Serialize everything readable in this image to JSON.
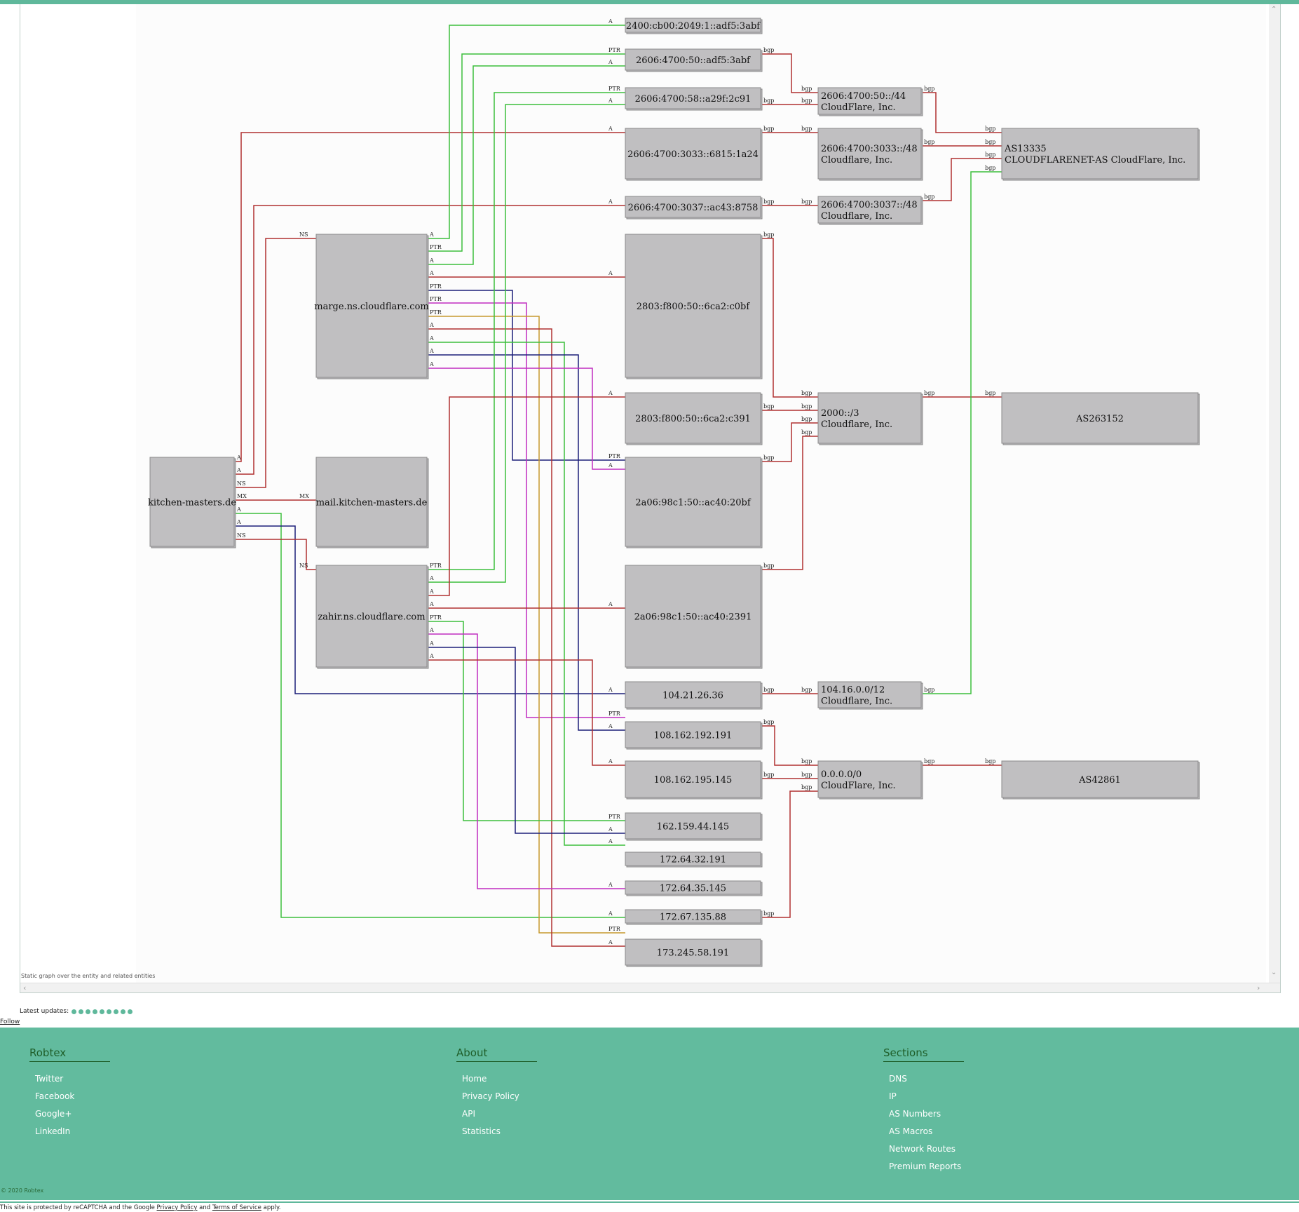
{
  "graph": {
    "caption": "Static graph over the entity and related entities",
    "nodes": [
      {
        "id": "kitchen",
        "lines": [
          "kitchen-masters.de"
        ]
      },
      {
        "id": "marge",
        "lines": [
          "marge.ns.cloudflare.com"
        ]
      },
      {
        "id": "mail",
        "lines": [
          "mail.kitchen-masters.de"
        ]
      },
      {
        "id": "zahir",
        "lines": [
          "zahir.ns.cloudflare.com"
        ]
      },
      {
        "id": "ip_2400",
        "lines": [
          "2400:cb00:2049:1::adf5:3abf"
        ]
      },
      {
        "id": "ip_2606_50",
        "lines": [
          "2606:4700:50::adf5:3abf"
        ]
      },
      {
        "id": "ip_2606_58",
        "lines": [
          "2606:4700:58::a29f:2c91"
        ]
      },
      {
        "id": "ip_2606_3033",
        "lines": [
          "2606:4700:3033::6815:1a24"
        ]
      },
      {
        "id": "ip_2606_3037",
        "lines": [
          "2606:4700:3037::ac43:8758"
        ]
      },
      {
        "id": "ip_2803_c0bf",
        "lines": [
          "2803:f800:50::6ca2:c0bf"
        ]
      },
      {
        "id": "ip_2803_c391",
        "lines": [
          "2803:f800:50::6ca2:c391"
        ]
      },
      {
        "id": "ip_2a06_20bf",
        "lines": [
          "2a06:98c1:50::ac40:20bf"
        ]
      },
      {
        "id": "ip_2a06_2391",
        "lines": [
          "2a06:98c1:50::ac40:2391"
        ]
      },
      {
        "id": "ip_104",
        "lines": [
          "104.21.26.36"
        ]
      },
      {
        "id": "ip_108_191",
        "lines": [
          "108.162.192.191"
        ]
      },
      {
        "id": "ip_108_145",
        "lines": [
          "108.162.195.145"
        ]
      },
      {
        "id": "ip_162",
        "lines": [
          "162.159.44.145"
        ]
      },
      {
        "id": "ip_172_64_32",
        "lines": [
          "172.64.32.191"
        ]
      },
      {
        "id": "ip_172_64_35",
        "lines": [
          "172.64.35.145"
        ]
      },
      {
        "id": "ip_172_67",
        "lines": [
          "172.67.135.88"
        ]
      },
      {
        "id": "ip_173",
        "lines": [
          "173.245.58.191"
        ]
      },
      {
        "id": "net_2606_50",
        "lines": [
          "2606:4700:50::/44",
          "CloudFlare, Inc."
        ]
      },
      {
        "id": "net_2606_3033",
        "lines": [
          "2606:4700:3033::/48",
          "Cloudflare, Inc."
        ]
      },
      {
        "id": "net_2606_3037",
        "lines": [
          "2606:4700:3037::/48",
          "Cloudflare, Inc."
        ]
      },
      {
        "id": "net_2000",
        "lines": [
          "2000::/3",
          "Cloudflare, Inc."
        ]
      },
      {
        "id": "net_104",
        "lines": [
          "104.16.0.0/12",
          "Cloudflare, Inc."
        ]
      },
      {
        "id": "net_0",
        "lines": [
          "0.0.0.0/0",
          "CloudFlare, Inc."
        ]
      },
      {
        "id": "as13335",
        "lines": [
          "AS13335",
          "CLOUDFLARENET-AS CloudFlare, Inc."
        ]
      },
      {
        "id": "as263152",
        "lines": [
          "AS263152"
        ]
      },
      {
        "id": "as42861",
        "lines": [
          "AS42861"
        ]
      }
    ],
    "edge_labels": {
      "a": "A",
      "ptr": "PTR",
      "ns": "NS",
      "mx": "MX",
      "bgp": "bgp"
    },
    "colors": {
      "red": "#b03030",
      "green": "#3cbf3c",
      "navy": "#1c1f7a",
      "magenta": "#c02cc0",
      "gold": "#c69a2e",
      "node_fill": "#c0bfc1",
      "canvas_bg": "#fcfcfc"
    }
  },
  "updates": {
    "label": "Latest updates:",
    "dot_count": 9
  },
  "follow": "Follow",
  "footer": {
    "columns": [
      {
        "title": "Robtex",
        "links": [
          "Twitter",
          "Facebook",
          "Google+",
          "LinkedIn"
        ]
      },
      {
        "title": "About",
        "links": [
          "Home",
          "Privacy Policy",
          "API",
          "Statistics"
        ]
      },
      {
        "title": "Sections",
        "links": [
          "DNS",
          "IP",
          "AS Numbers",
          "AS Macros",
          "Network Routes",
          "Premium Reports"
        ]
      }
    ],
    "copyright": "© 2020 Robtex"
  },
  "recaptcha": {
    "before": "This site is protected by reCAPTCHA and the Google ",
    "privacy": "Privacy Policy",
    "middle": " and ",
    "terms": "Terms of Service",
    "after": " apply."
  }
}
